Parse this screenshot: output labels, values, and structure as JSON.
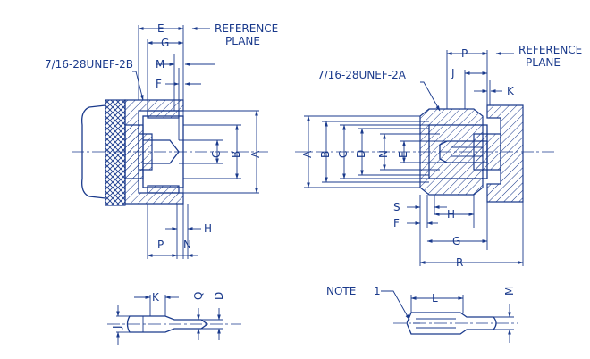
{
  "left_view": {
    "thread": "7/16-28UNEF-2B",
    "reference": [
      "REFERENCE",
      "PLANE"
    ],
    "dims": {
      "E": "E",
      "G": "G",
      "M": "M",
      "F": "F",
      "C": "C",
      "B": "B",
      "A": "A",
      "P": "P",
      "N": "N",
      "H": "H"
    }
  },
  "right_view": {
    "thread": "7/16-28UNEF-2A",
    "reference": [
      "REFERENCE",
      "PLANE"
    ],
    "dims": {
      "P": "P",
      "J": "J",
      "K": "K",
      "A": "A",
      "B": "B",
      "C": "C",
      "D": "D",
      "N": "N",
      "E": "E",
      "S": "S",
      "F": "F",
      "H": "H",
      "G": "G",
      "R": "R"
    }
  },
  "pin_view": {
    "dims": {
      "K": "K",
      "Q": "Q",
      "D": "D",
      "J": "J"
    }
  },
  "socket_view": {
    "note": "NOTE",
    "note_num": "1",
    "dims": {
      "L": "L",
      "M": "M"
    }
  }
}
